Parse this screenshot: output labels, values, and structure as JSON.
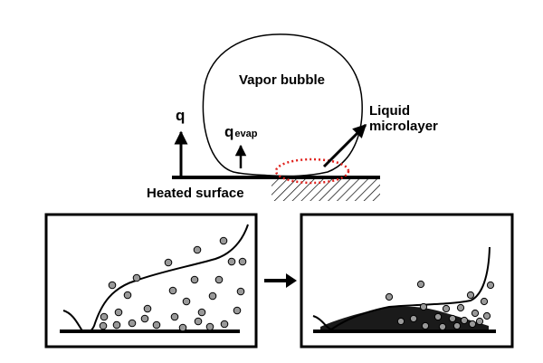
{
  "labels": {
    "vapor_bubble": "Vapor bubble",
    "heat_flux": "q",
    "evap_flux": "q",
    "evap_subscript": "evap",
    "microlayer_line1": "Liquid",
    "microlayer_line2": "microlayer",
    "surface": "Heated surface"
  },
  "colors": {
    "ink": "#000000",
    "particle_fill": "#999999",
    "highlight": "#e0201b"
  },
  "icons": {
    "arrow_between_panels": "right-arrow-icon"
  },
  "panels": {
    "left": {
      "state": "dispersed-particles"
    },
    "right": {
      "state": "particles-deposited-in-microlayer"
    }
  }
}
